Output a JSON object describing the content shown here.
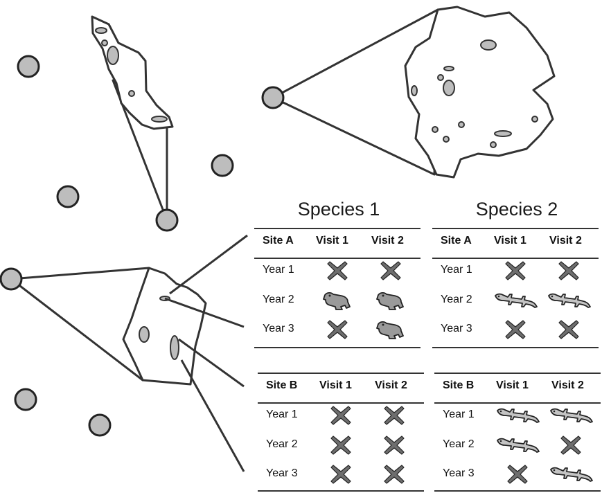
{
  "species": [
    {
      "title": "Species 1",
      "sites": [
        {
          "site": "Site A",
          "visits": [
            "Visit 1",
            "Visit 2"
          ],
          "rows": [
            {
              "year": "Year 1",
              "cells": [
                "absent",
                "absent"
              ]
            },
            {
              "year": "Year 2",
              "cells": [
                "frog",
                "frog"
              ]
            },
            {
              "year": "Year 3",
              "cells": [
                "absent",
                "frog"
              ]
            }
          ]
        },
        {
          "site": "Site B",
          "visits": [
            "Visit 1",
            "Visit 2"
          ],
          "rows": [
            {
              "year": "Year 1",
              "cells": [
                "absent",
                "absent"
              ]
            },
            {
              "year": "Year 2",
              "cells": [
                "absent",
                "absent"
              ]
            },
            {
              "year": "Year 3",
              "cells": [
                "absent",
                "absent"
              ]
            }
          ]
        }
      ]
    },
    {
      "title": "Species 2",
      "sites": [
        {
          "site": "Site A",
          "visits": [
            "Visit 1",
            "Visit 2"
          ],
          "rows": [
            {
              "year": "Year 1",
              "cells": [
                "absent",
                "absent"
              ]
            },
            {
              "year": "Year 2",
              "cells": [
                "salamander",
                "salamander"
              ]
            },
            {
              "year": "Year 3",
              "cells": [
                "absent",
                "absent"
              ]
            }
          ]
        },
        {
          "site": "Site B",
          "visits": [
            "Visit 1",
            "Visit 2"
          ],
          "rows": [
            {
              "year": "Year 1",
              "cells": [
                "salamander",
                "salamander"
              ]
            },
            {
              "year": "Year 2",
              "cells": [
                "salamander",
                "absent"
              ]
            },
            {
              "year": "Year 3",
              "cells": [
                "absent",
                "salamander"
              ]
            }
          ]
        }
      ]
    }
  ],
  "colors": {
    "site_fill": "#bdbdbd",
    "outline": "#333333",
    "absent_mark": "#6e6e6e",
    "frog_fill": "#9a9a9a",
    "salamander_fill": "#c4c4c4"
  },
  "icons": {
    "absent": "x-mark-icon",
    "frog": "frog-icon",
    "salamander": "salamander-icon"
  }
}
